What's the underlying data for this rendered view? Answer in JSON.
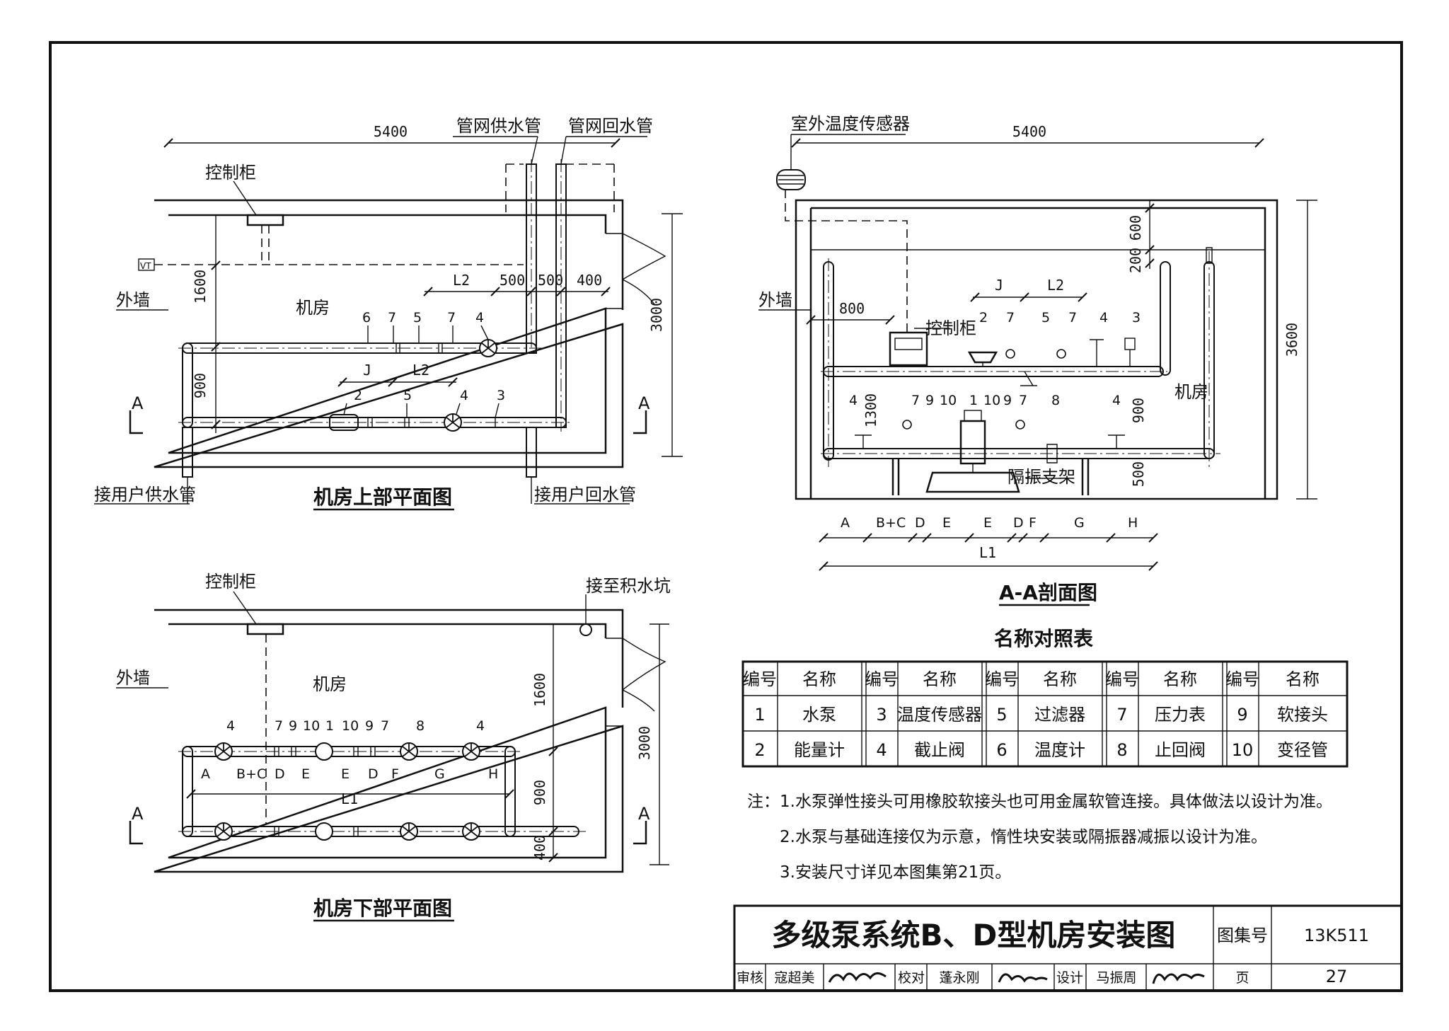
{
  "upper_plan": {
    "title": "机房上部平面图",
    "dim_5400": "5400",
    "dim_3000": "3000",
    "dim_1600": "1600",
    "dim_900": "900",
    "dim_500a": "500",
    "dim_500b": "500",
    "dim_400": "400",
    "dim_L2a": "L2",
    "dim_L2b": "L2",
    "dim_J": "J",
    "lbl_supply_net": "管网供水管",
    "lbl_return_net": "管网回水管",
    "lbl_control": "控制柜",
    "lbl_wall": "外墙",
    "lbl_room": "机房",
    "lbl_user_supply": "接用户供水管",
    "lbl_user_return": "接用户回水管",
    "lbl_sec_a1": "A",
    "lbl_sec_a2": "A",
    "lbl_vt": "VT",
    "nums_top": [
      "6",
      "7",
      "5",
      "7",
      "4"
    ],
    "nums_bot": [
      "2",
      "5",
      "4",
      "3"
    ]
  },
  "lower_plan": {
    "title": "机房下部平面图",
    "lbl_control": "控制柜",
    "lbl_pit": "接至积水坑",
    "lbl_wall": "外墙",
    "lbl_room": "机房",
    "dim_1600": "1600",
    "dim_3000": "3000",
    "dim_900": "900",
    "dim_400": "400",
    "dim_L1": "L1",
    "lbl_sec_a1": "A",
    "lbl_sec_a2": "A",
    "nums": [
      "4",
      "7",
      "9",
      "10",
      "1",
      "10",
      "9",
      "7",
      "8",
      "4"
    ],
    "segs": [
      "A",
      "B+C",
      "D",
      "E",
      "E",
      "D",
      "F",
      "G",
      "H"
    ]
  },
  "section": {
    "title": "A-A剖面图",
    "lbl_sensor": "室外温度传感器",
    "lbl_wall": "外墙",
    "lbl_control": "控制柜",
    "lbl_room": "机房",
    "lbl_isolator": "隔振支架",
    "dim_5400": "5400",
    "dim_3600": "3600",
    "dim_600": "600",
    "dim_200": "200",
    "dim_800": "800",
    "dim_1300": "1300",
    "dim_900": "900",
    "dim_500": "500",
    "dim_J": "J",
    "dim_L2": "L2",
    "dim_L1": "L1",
    "nums_top": [
      "2",
      "7",
      "5",
      "7",
      "4",
      "3"
    ],
    "nums_bot": [
      "4",
      "7",
      "9",
      "10",
      "1",
      "10",
      "9",
      "7",
      "8",
      "4"
    ],
    "segs": [
      "A",
      "B+C",
      "D",
      "E",
      "E",
      "D",
      "F",
      "G",
      "H"
    ]
  },
  "legend": {
    "title": "名称对照表",
    "headers": [
      "编号",
      "名称",
      "编号",
      "名称",
      "编号",
      "名称",
      "编号",
      "名称",
      "编号",
      "名称"
    ],
    "row1": [
      "1",
      "水泵",
      "3",
      "温度传感器",
      "5",
      "过滤器",
      "7",
      "压力表",
      "9",
      "软接头"
    ],
    "row2": [
      "2",
      "能量计",
      "4",
      "截止阀",
      "6",
      "温度计",
      "8",
      "止回阀",
      "10",
      "变径管"
    ]
  },
  "notes": [
    "注：1.水泵弹性接头可用橡胶软接头也可用金属软管连接。具体做法以设计为准。",
    "2.水泵与基础连接仅为示意，惰性块安装或隔振器减振以设计为准。",
    "3.安装尺寸详见本图集第21页。"
  ],
  "title_block": {
    "title": "多级泵系统B、D型机房安装图",
    "atlas_label": "图集号",
    "atlas_no": "13K511",
    "review_label": "审核",
    "reviewer": "寇超美",
    "check_label": "校对",
    "checker": "蓬永刚",
    "design_label": "设计",
    "designer": "马振周",
    "page_label": "页",
    "page_no": "27"
  }
}
